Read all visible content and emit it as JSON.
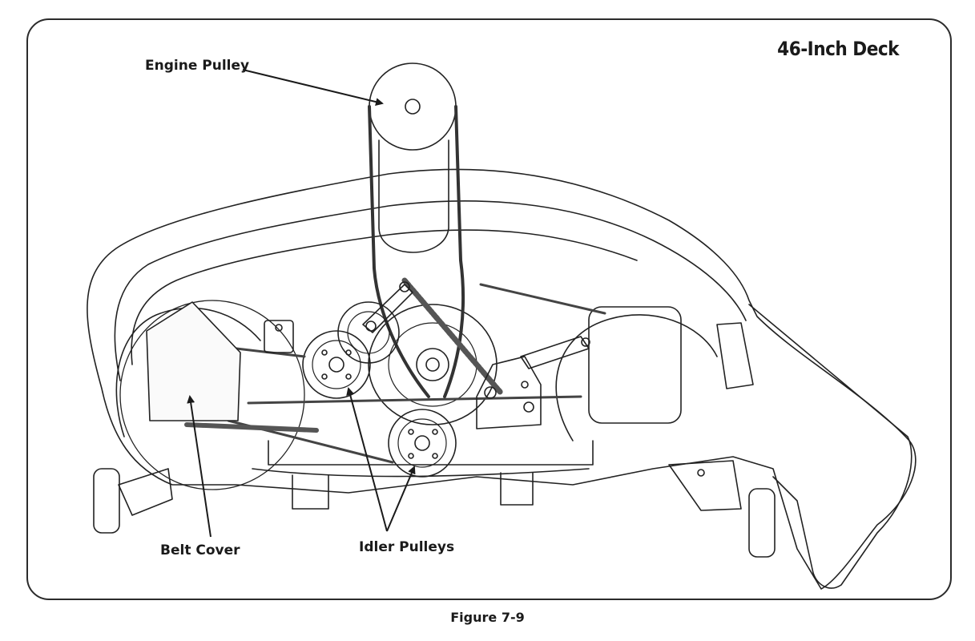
{
  "title": "46-Inch Deck",
  "callouts": {
    "engine_pulley": "Engine Pulley",
    "belt_cover": "Belt Cover",
    "idler_pulleys": "Idler Pulleys"
  },
  "caption": "Figure 7-9"
}
